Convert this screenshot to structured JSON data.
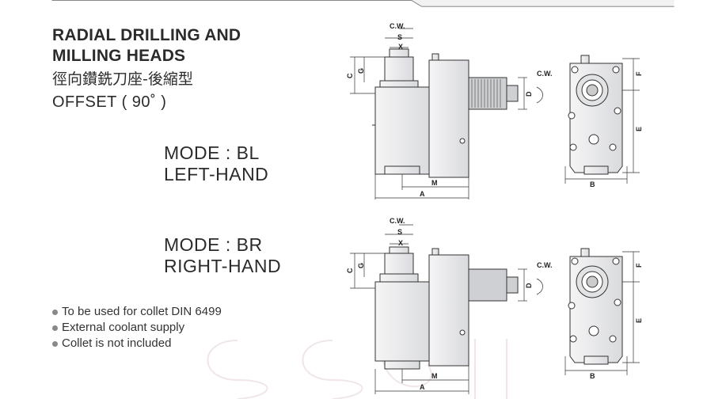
{
  "title": {
    "line1": "RADIAL DRILLING AND",
    "line2": "MILLING HEADS",
    "chinese": "徑向鑽銑刀座-後縮型",
    "offset": "OFFSET ( 90˚ )"
  },
  "modes": [
    {
      "mode": "MODE : BL",
      "hand": "LEFT-HAND"
    },
    {
      "mode": "MODE : BR",
      "hand": "RIGHT-HAND"
    }
  ],
  "notes": [
    "To be used for collet DIN 6499",
    "External coolant supply",
    "Collet is not included"
  ],
  "dimension_labels": {
    "cw": "C.W.",
    "s": "S",
    "x": "X",
    "c": "C",
    "g": "G",
    "d": "D",
    "m": "M",
    "a": "A",
    "b": "B",
    "e": "E",
    "f": "F"
  },
  "colors": {
    "text": "#2b2b2b",
    "body_fill": "#e9eaec",
    "line": "#333333",
    "watermark": "#f3e8e8"
  }
}
